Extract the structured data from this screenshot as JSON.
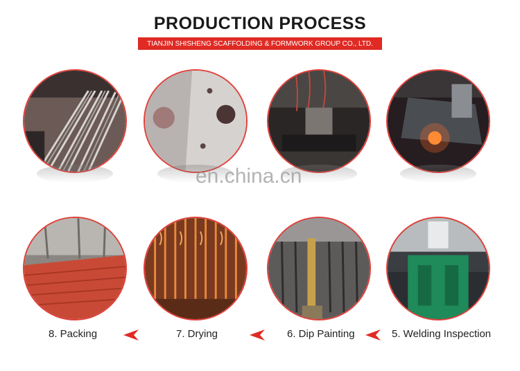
{
  "header": {
    "title": "PRODUCTION PROCESS",
    "subtitle": "TIANJIN SHISHENG SCAFFOLDING & FORMWORK GROUP CO., LTD."
  },
  "watermark": "en.china.cn",
  "steps": [
    {
      "label": "8. Packing"
    },
    {
      "label": "7. Drying"
    },
    {
      "label": "6. Dip Painting"
    },
    {
      "label": "5. Welding Inspection"
    }
  ],
  "colors": {
    "accent": "#e02a23",
    "ring": "#e0403a"
  },
  "icons": {
    "arrow": "left-arrow-icon"
  }
}
